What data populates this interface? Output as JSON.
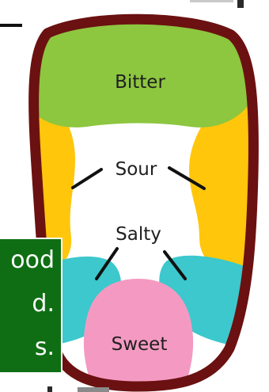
{
  "diagram": {
    "labels": {
      "bitter": "Bitter",
      "sour": "Sour",
      "salty": "Salty",
      "sweet": "Sweet"
    },
    "colors": {
      "outline": "#6b1111",
      "bitter": "#8dc63f",
      "sour": "#ffc60b",
      "salty": "#ffffff",
      "sweet_sides": "#3cc8cc",
      "sweet_tip": "#f49ac2"
    }
  },
  "caption_box": {
    "lines": [
      "ood",
      "d.",
      "s."
    ],
    "background": "#0f6e14",
    "text_color": "#ffffff"
  }
}
